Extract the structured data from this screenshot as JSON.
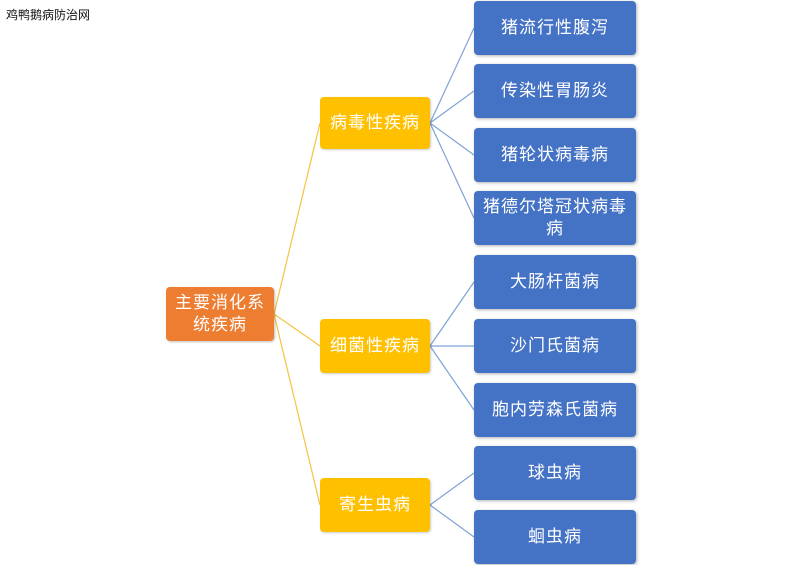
{
  "watermark": "鸡鸭鹅病防治网",
  "colors": {
    "root": "#ed7d31",
    "category": "#ffc000",
    "leaf": "#4472c4",
    "link_category": "#f5c342",
    "link_leaf": "#7fa3d6"
  },
  "tree": {
    "root": {
      "label": "主要消化系统疾病"
    },
    "categories": [
      {
        "label": "病毒性疾病",
        "children": [
          "猪流行性腹泻",
          "传染性胃肠炎",
          "猪轮状病毒病",
          "猪德尔塔冠状病毒病"
        ]
      },
      {
        "label": "细菌性疾病",
        "children": [
          "大肠杆菌病",
          "沙门氏菌病",
          "胞内劳森氏菌病"
        ]
      },
      {
        "label": "寄生虫病",
        "children": [
          "球虫病",
          "蛔虫病"
        ]
      }
    ]
  }
}
